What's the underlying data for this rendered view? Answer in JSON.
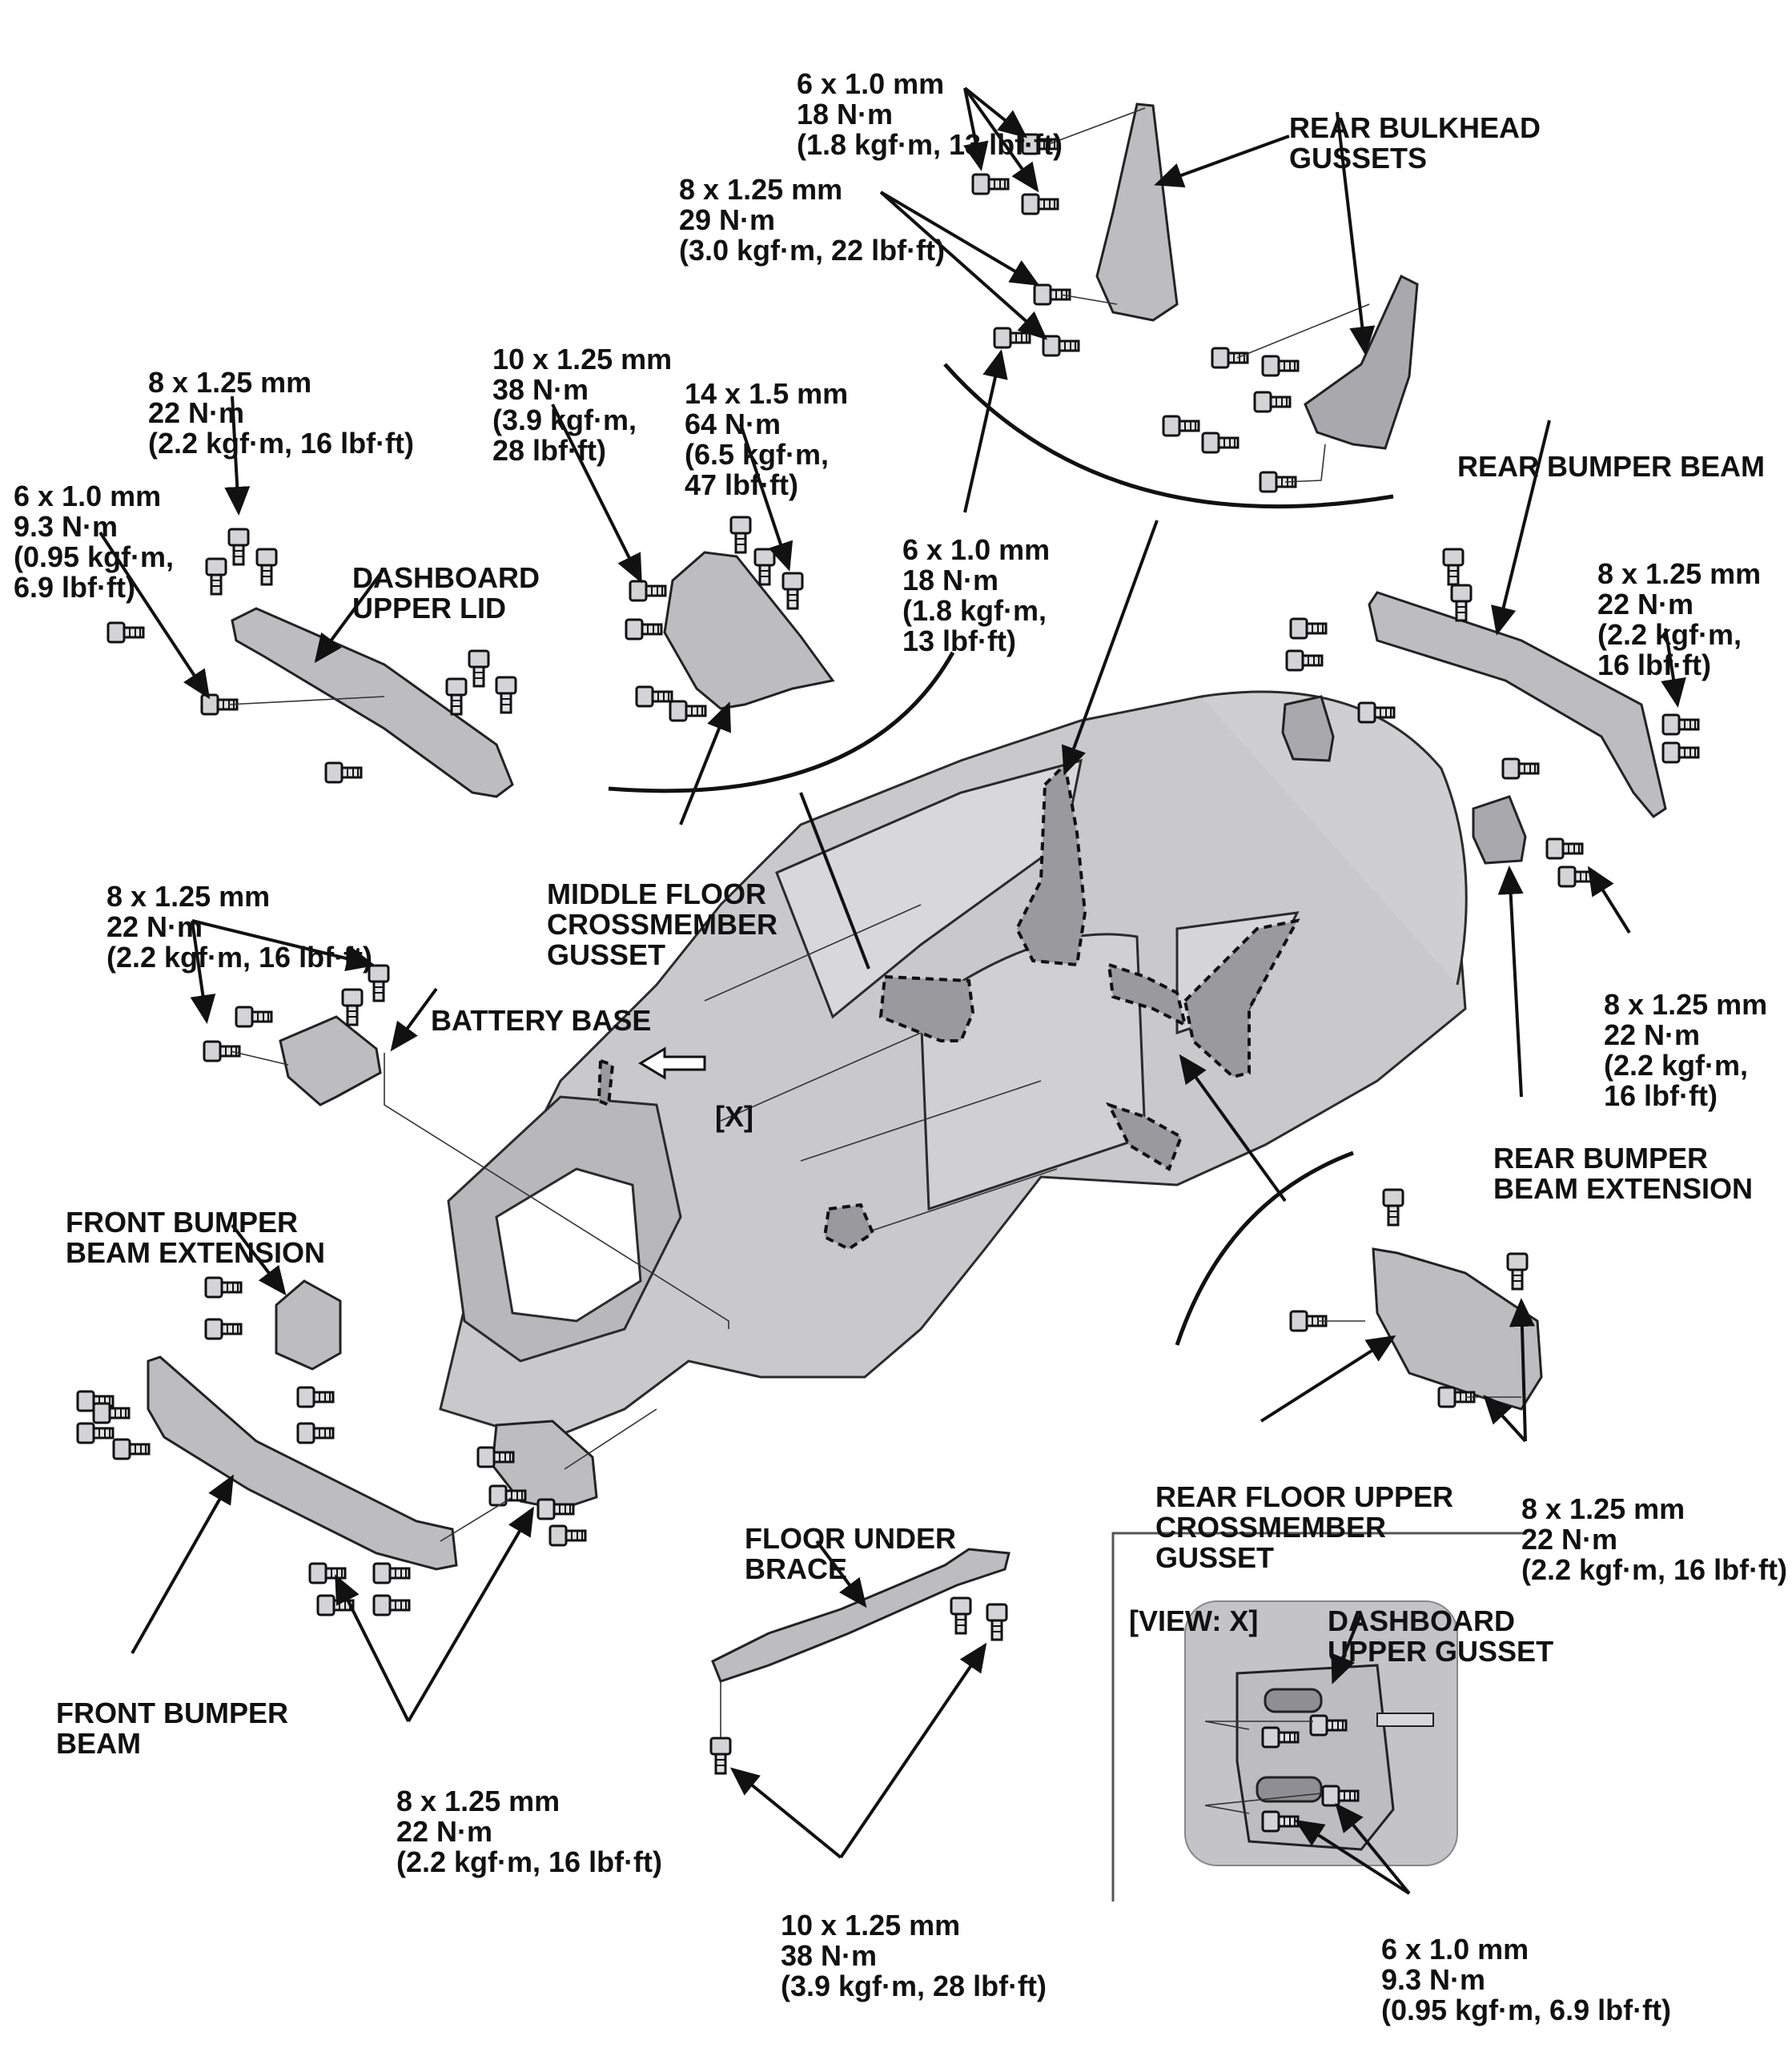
{
  "labels": {
    "rear_bulkhead_gussets": [
      "REAR BULKHEAD",
      "GUSSETS"
    ],
    "rear_bulkhead_spec_6": [
      "6 x 1.0 mm",
      "18 N·m",
      "(1.8 kgf·m, 13 lbf·ft)"
    ],
    "rear_bulkhead_spec_8": [
      "8 x 1.25 mm",
      "29 N·m",
      "(3.0 kgf·m, 22 lbf·ft)"
    ],
    "rear_bulkhead_spec_6b": [
      "6 x 1.0 mm",
      "18 N·m",
      "(1.8 kgf·m,",
      "13 lbf·ft)"
    ],
    "dashboard_upper_lid_spec_8": [
      "8 x 1.25 mm",
      "22 N·m",
      "(2.2 kgf·m, 16 lbf·ft)"
    ],
    "dashboard_upper_lid_spec_6": [
      "6 x 1.0 mm",
      "9.3 N·m",
      "(0.95 kgf·m,",
      "6.9 lbf·ft)"
    ],
    "dashboard_upper_lid": [
      "DASHBOARD",
      "UPPER LID"
    ],
    "middle_floor_spec_10": [
      "10 x 1.25 mm",
      "38 N·m",
      "(3.9 kgf·m,",
      "28 lbf·ft)"
    ],
    "middle_floor_spec_14": [
      "14 x 1.5 mm",
      "64 N·m",
      "(6.5 kgf·m,",
      "47 lbf·ft)"
    ],
    "middle_floor_gusset": [
      "MIDDLE FLOOR",
      "CROSSMEMBER",
      "GUSSET"
    ],
    "rear_bumper_beam": [
      "REAR BUMPER BEAM"
    ],
    "rear_bumper_beam_spec": [
      "8 x 1.25 mm",
      "22 N·m",
      "(2.2 kgf·m,",
      "16 lbf·ft)"
    ],
    "rear_bumper_ext_spec": [
      "8 x 1.25 mm",
      "22 N·m",
      "(2.2 kgf·m,",
      "16 lbf·ft)"
    ],
    "rear_bumper_beam_extension": [
      "REAR BUMPER",
      "BEAM EXTENSION"
    ],
    "battery_base_spec": [
      "8 x 1.25 mm",
      "22 N·m",
      "(2.2 kgf·m, 16 lbf·ft)"
    ],
    "battery_base": [
      "BATTERY BASE"
    ],
    "view_x_marker": [
      "[X]"
    ],
    "front_bumper_beam_extension": [
      "FRONT BUMPER",
      "BEAM EXTENSION"
    ],
    "front_bumper_beam": [
      "FRONT BUMPER",
      "BEAM"
    ],
    "front_bumper_spec": [
      "8 x 1.25 mm",
      "22 N·m",
      "(2.2 kgf·m, 16 lbf·ft)"
    ],
    "floor_under_brace": [
      "FLOOR UNDER",
      "BRACE"
    ],
    "floor_under_brace_spec": [
      "10 x 1.25 mm",
      "38 N·m",
      "(3.9 kgf·m, 28 lbf·ft)"
    ],
    "rear_floor_gusset": [
      "REAR FLOOR UPPER",
      "CROSSMEMBER",
      "GUSSET"
    ],
    "rear_floor_gusset_spec": [
      "8 x 1.25 mm",
      "22 N·m",
      "(2.2 kgf·m, 16 lbf·ft)"
    ],
    "view_x_title": [
      "[VIEW: X]"
    ],
    "dashboard_upper_gusset": [
      "DASHBOARD",
      "UPPER GUSSET"
    ],
    "dashboard_upper_gusset_spec": [
      "6 x 1.0 mm",
      "9.3 N·m",
      "(0.95 kgf·m, 6.9 lbf·ft)"
    ]
  },
  "colors": {
    "ink": "#111111",
    "part_fill": "#bdbdc0",
    "body_fill": "#c9c9cb",
    "highlight_fill": "#9a9a9e"
  }
}
